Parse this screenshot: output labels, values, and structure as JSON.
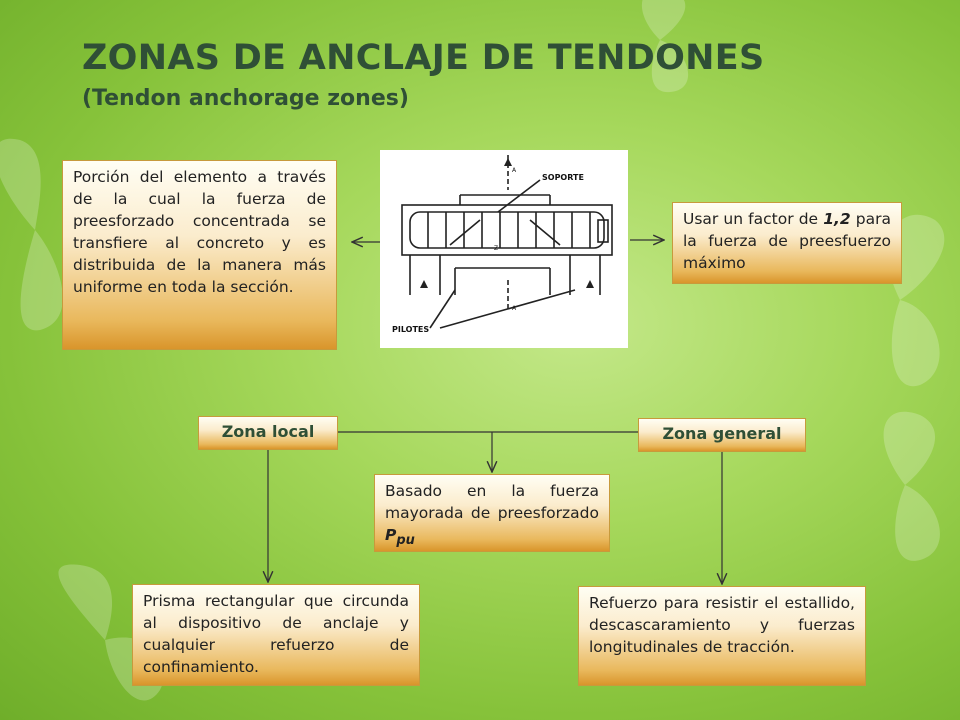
{
  "slide": {
    "title": "ZONAS DE ANCLAJE DE TENDONES",
    "subtitle": "(Tendon anchorage zones)"
  },
  "definition": {
    "text": "Porción del elemento a través de la cual la fuerza de preesforzado concentrada se transfiere al concreto y es distribuida de la manera más uniforme en toda la sección."
  },
  "factor_note": {
    "prefix": "Usar un factor de ",
    "factor": "1,2",
    "suffix": " para la fuerza de preesfuerzo máximo"
  },
  "figure": {
    "label_soporte": "SOPORTE",
    "label_pilotes": "PILOTES",
    "label_a_top": "A",
    "label_a_bottom": "A",
    "label_z": "Z"
  },
  "zona_local": {
    "label": "Zona local",
    "description": "Prisma rectangular que circunda al dispositivo de anclaje y cualquier refuerzo de confinamiento."
  },
  "zona_general": {
    "label": "Zona general",
    "description": "Refuerzo para resistir el estallido, descascaramiento y fuerzas longitudinales de tracción."
  },
  "basis": {
    "text": "Basado en la fuerza mayorada de preesforzado ",
    "symbol": "P",
    "subscript": "pu"
  },
  "colors": {
    "title": "#2f4f36",
    "box_top": "#fffef4",
    "box_bottom": "#d9952b"
  }
}
